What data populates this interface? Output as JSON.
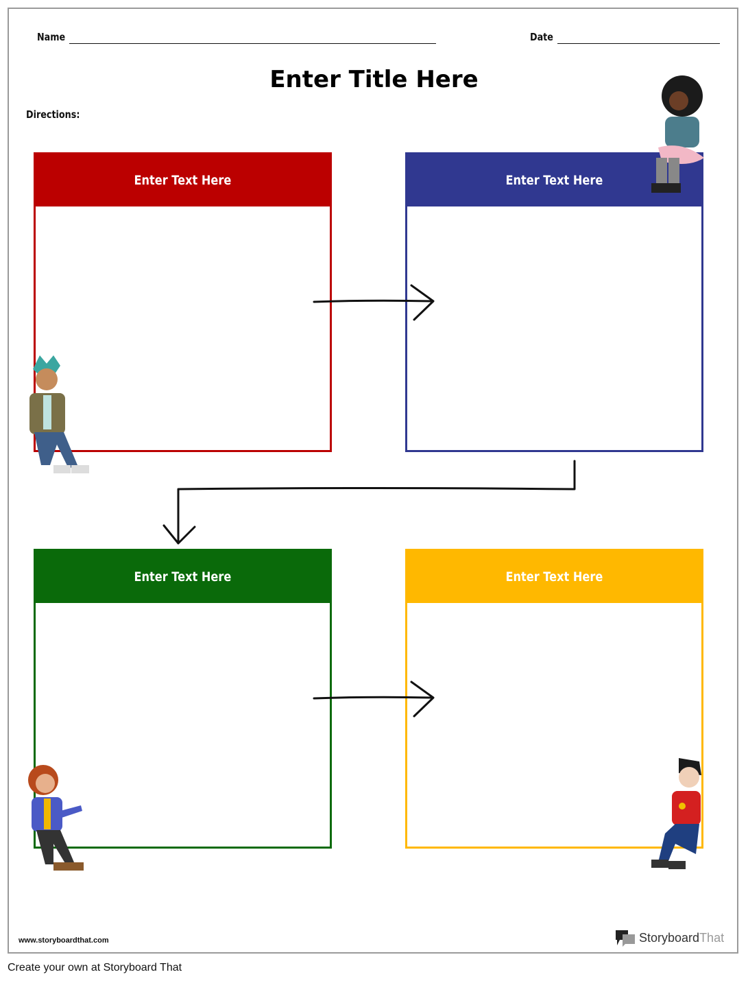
{
  "worksheet": {
    "name_label": "Name",
    "date_label": "Date",
    "title": "Enter Title Here",
    "directions_label": "Directions:",
    "boxes": [
      {
        "header": "Enter Text Here",
        "color": "#bb0000"
      },
      {
        "header": "Enter Text Here",
        "color": "#303890"
      },
      {
        "header": "Enter Text Here",
        "color": "#0a6a0a"
      },
      {
        "header": "Enter Text Here",
        "color": "#ffb800"
      }
    ]
  },
  "footer": {
    "url": "www.storyboardthat.com",
    "logo_text_a": "Storyboard",
    "logo_text_b": "That",
    "create_link": "Create your own at Storyboard That"
  }
}
